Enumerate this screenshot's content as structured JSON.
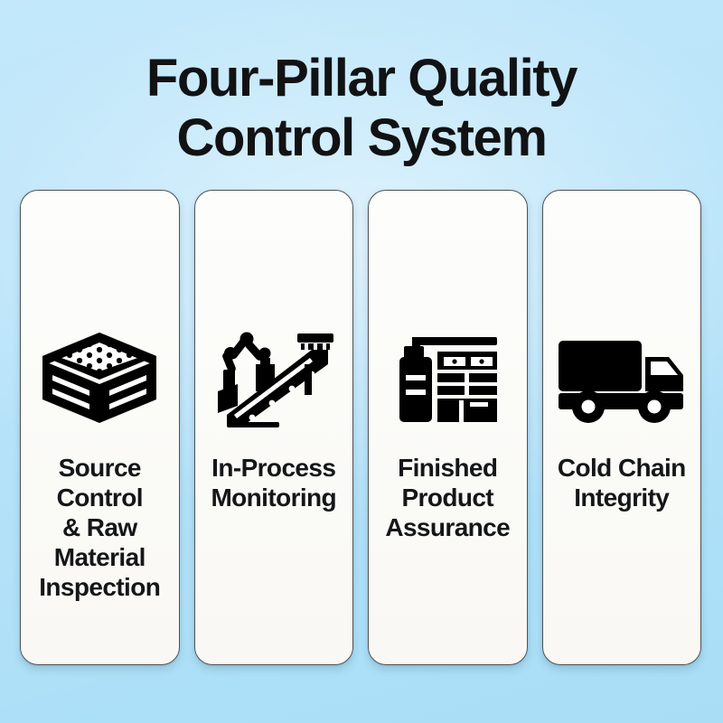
{
  "poster": {
    "title_line_1": "Four-Pillar Quality",
    "title_line_2": "Control System",
    "background_color_top": "#c3e8fb",
    "background_color_bottom": "#a9ddf6",
    "card_background_color": "#fbfbf8",
    "card_border_color": "#4d5358",
    "text_color": "#111214",
    "icon_color": "#000000"
  },
  "pillars": [
    {
      "label": "Source\nControl\n& Raw\nMaterial\nInspection",
      "icon": "crate-of-raw-material-icon"
    },
    {
      "label": "In-Process\nMonitoring",
      "icon": "conveyor-belt-robot-arm-icon"
    },
    {
      "label": "Finished\nProduct\nAssurance",
      "icon": "factory-machine-icon"
    },
    {
      "label": "Cold Chain\nIntegrity",
      "icon": "delivery-truck-icon"
    }
  ]
}
